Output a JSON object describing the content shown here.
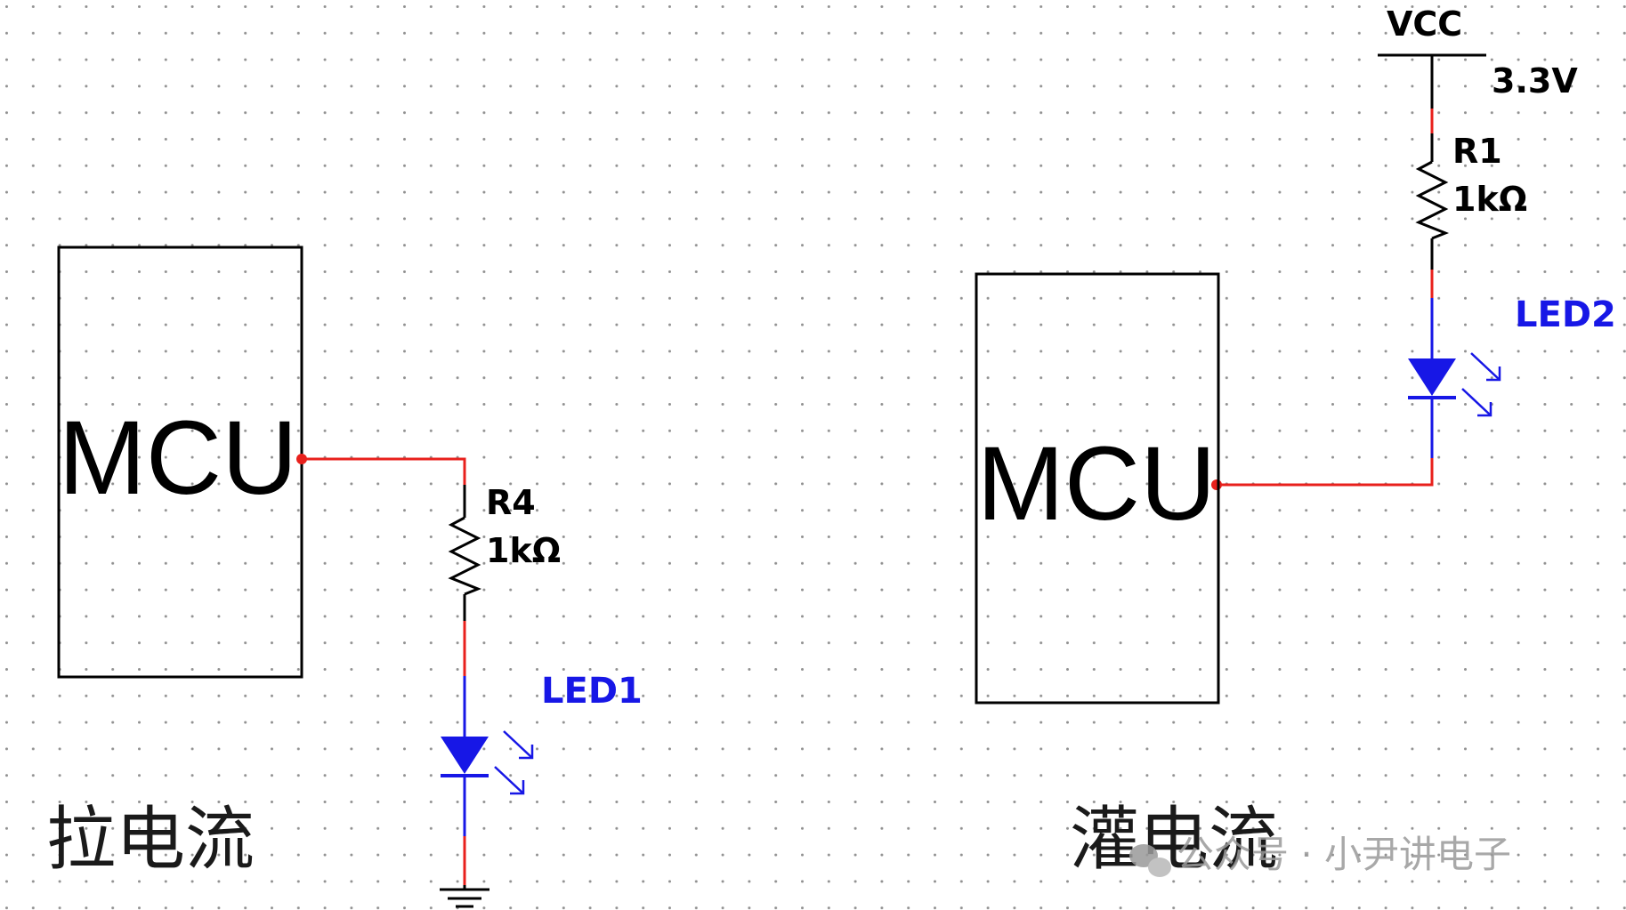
{
  "colors": {
    "wire_active": "#e8201c",
    "wire_led": "#1717e6",
    "component": "#000000",
    "label_led": "#1717e6",
    "grid_dot": "#909090",
    "watermark": "#9a9a9a"
  },
  "pull_circuit": {
    "mcu_label": "MCU",
    "resistor_ref": "R4",
    "resistor_value": "1kΩ",
    "led_ref": "LED1",
    "caption": "拉电流",
    "ground_symbol": "ground-icon"
  },
  "sink_circuit": {
    "mcu_label": "MCU",
    "supply_name": "VCC",
    "supply_voltage": "3.3V",
    "resistor_ref": "R1",
    "resistor_value": "1kΩ",
    "led_ref": "LED2",
    "caption": "灌电流"
  },
  "watermark": {
    "text": "公众号 · 小尹讲电子",
    "icon": "wechat-icon"
  }
}
